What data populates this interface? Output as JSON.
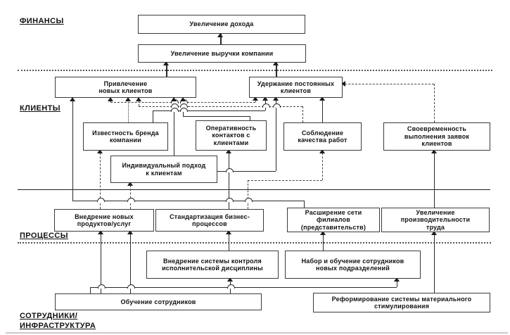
{
  "diagram_type": "strategy-map",
  "sections": {
    "finance": "ФИНАНСЫ",
    "clients": "КЛИЕНТЫ",
    "processes": "ПРОЦЕССЫ",
    "staff_line1": "СОТРУДНИКИ/",
    "staff_line2": "ИНФРАСТРУКТУРА"
  },
  "nodes": {
    "increase_income": "Увеличение дохода",
    "increase_revenue": "Увеличение выручки компании",
    "attract_clients": "Привлечение\nновых клиентов",
    "retain_clients": "Удержание постоянных\nклиентов",
    "brand_awareness": "Известность бренда\nкомпании",
    "contact_speed": "Оперативность\nконтактов с\nклиентами",
    "work_quality": "Соблюдение\nкачества работ",
    "timely_requests": "Своевременность\nвыполнения заявок\nклиентов",
    "individual_approach": "Индивидуальный подход\nк клиентам",
    "new_products": "Внедрение новых\nпродуктов/услуг",
    "process_standardization": "Стандартизация бизнес-\nпроцессов",
    "branch_network": "Расширение сети\nфилиалов\n(представительств)",
    "labor_productivity": "Увеличение\nпроизводительности\nтруда",
    "discipline_control": "Внедрение системы контроля\nисполнительской дисциплины",
    "recruit_training": "Набор и обучение сотрудников\nновых подразделений",
    "staff_training": "Обучение сотрудников",
    "incentive_reform": "Реформирование системы материального\nстимулирования"
  },
  "colors": {
    "line": "#2a2a2a",
    "box_border": "#3a3a3a",
    "text": "#111111",
    "separator_grey": "#d2c6c6"
  }
}
